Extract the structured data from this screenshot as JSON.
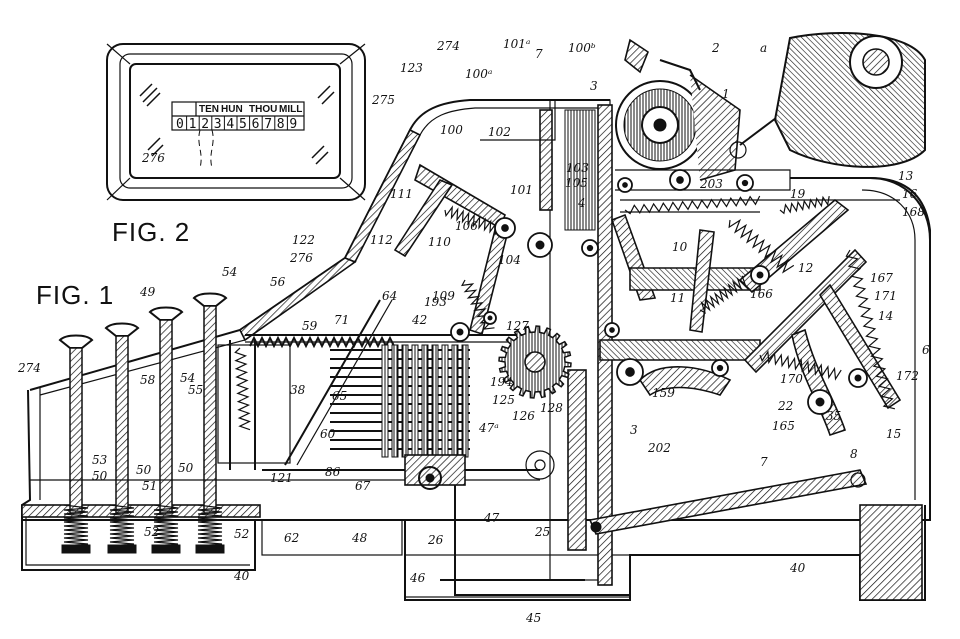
{
  "figures": {
    "fig1": "FIG. 1",
    "fig2": "FIG. 2"
  },
  "dial": {
    "headers": [
      "TEN",
      "HUN",
      "THOU",
      "MILL"
    ],
    "digits": [
      "0",
      "1",
      "2",
      "3",
      "4",
      "5",
      "6",
      "7",
      "8",
      "9"
    ]
  },
  "labels": [
    {
      "id": "a",
      "text": "a"
    },
    {
      "id": "l2",
      "text": "2"
    },
    {
      "id": "l1",
      "text": "1"
    },
    {
      "id": "l274a",
      "text": "274"
    },
    {
      "id": "l101a",
      "text": "101ᵃ"
    },
    {
      "id": "l7",
      "text": "7"
    },
    {
      "id": "l100b",
      "text": "100ᵇ"
    },
    {
      "id": "l3a",
      "text": "3"
    },
    {
      "id": "l123",
      "text": "123"
    },
    {
      "id": "l100a",
      "text": "100ᵃ"
    },
    {
      "id": "l275",
      "text": "275"
    },
    {
      "id": "l100",
      "text": "100"
    },
    {
      "id": "l102",
      "text": "102"
    },
    {
      "id": "l103",
      "text": "103"
    },
    {
      "id": "l105",
      "text": "105"
    },
    {
      "id": "l101",
      "text": "101"
    },
    {
      "id": "l203",
      "text": "203"
    },
    {
      "id": "l19",
      "text": "19"
    },
    {
      "id": "l13",
      "text": "13"
    },
    {
      "id": "l16",
      "text": "16"
    },
    {
      "id": "l168",
      "text": "168"
    },
    {
      "id": "l276a",
      "text": "276"
    },
    {
      "id": "l111",
      "text": "111"
    },
    {
      "id": "l4",
      "text": "4"
    },
    {
      "id": "l112",
      "text": "112"
    },
    {
      "id": "l106",
      "text": "106"
    },
    {
      "id": "l110",
      "text": "110"
    },
    {
      "id": "l10",
      "text": "10"
    },
    {
      "id": "l122",
      "text": "122"
    },
    {
      "id": "l104",
      "text": "104"
    },
    {
      "id": "l12",
      "text": "12"
    },
    {
      "id": "l276b",
      "text": "276"
    },
    {
      "id": "l167",
      "text": "167"
    },
    {
      "id": "l54",
      "text": "54"
    },
    {
      "id": "l56",
      "text": "56"
    },
    {
      "id": "l49",
      "text": "49"
    },
    {
      "id": "l64",
      "text": "64"
    },
    {
      "id": "l109",
      "text": "109"
    },
    {
      "id": "l193",
      "text": "193"
    },
    {
      "id": "l11",
      "text": "11"
    },
    {
      "id": "l166",
      "text": "166"
    },
    {
      "id": "l171",
      "text": "171"
    },
    {
      "id": "l14",
      "text": "14"
    },
    {
      "id": "l59",
      "text": "59"
    },
    {
      "id": "l71",
      "text": "71"
    },
    {
      "id": "l42",
      "text": "42"
    },
    {
      "id": "l127",
      "text": "127"
    },
    {
      "id": "l6",
      "text": "6"
    },
    {
      "id": "l274b",
      "text": "274"
    },
    {
      "id": "l58",
      "text": "58"
    },
    {
      "id": "l54b",
      "text": "54"
    },
    {
      "id": "l55",
      "text": "55"
    },
    {
      "id": "l38",
      "text": "38"
    },
    {
      "id": "l65",
      "text": "65"
    },
    {
      "id": "l194",
      "text": "194"
    },
    {
      "id": "l125",
      "text": "125"
    },
    {
      "id": "l159",
      "text": "159"
    },
    {
      "id": "l170",
      "text": "170"
    },
    {
      "id": "l172",
      "text": "172"
    },
    {
      "id": "l126",
      "text": "126"
    },
    {
      "id": "l128",
      "text": "128"
    },
    {
      "id": "l22",
      "text": "22"
    },
    {
      "id": "l35",
      "text": "35"
    },
    {
      "id": "l47a",
      "text": "47ᵃ"
    },
    {
      "id": "l3b",
      "text": "3"
    },
    {
      "id": "l165",
      "text": "165"
    },
    {
      "id": "l60",
      "text": "60"
    },
    {
      "id": "l202",
      "text": "202"
    },
    {
      "id": "l15",
      "text": "15"
    },
    {
      "id": "l53",
      "text": "53"
    },
    {
      "id": "l50a",
      "text": "50"
    },
    {
      "id": "l50b",
      "text": "50"
    },
    {
      "id": "l50c",
      "text": "50"
    },
    {
      "id": "l51",
      "text": "51"
    },
    {
      "id": "l121",
      "text": "121"
    },
    {
      "id": "l86",
      "text": "86"
    },
    {
      "id": "l67",
      "text": "67"
    },
    {
      "id": "l8",
      "text": "8"
    },
    {
      "id": "l7b",
      "text": "7"
    },
    {
      "id": "l47",
      "text": "47"
    },
    {
      "id": "l25",
      "text": "25"
    },
    {
      "id": "l52a",
      "text": "52"
    },
    {
      "id": "l52b",
      "text": "52"
    },
    {
      "id": "l62",
      "text": "62"
    },
    {
      "id": "l48",
      "text": "48"
    },
    {
      "id": "l26",
      "text": "26"
    },
    {
      "id": "l40a",
      "text": "40"
    },
    {
      "id": "l46",
      "text": "46"
    },
    {
      "id": "l45",
      "text": "45"
    },
    {
      "id": "l40b",
      "text": "40"
    }
  ]
}
